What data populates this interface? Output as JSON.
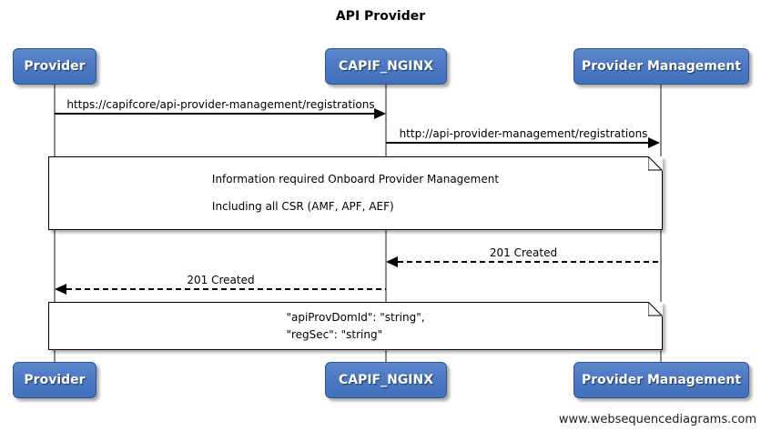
{
  "title": "API Provider",
  "watermark": "www.websequencediagrams.com",
  "actors": [
    {
      "name": "Provider"
    },
    {
      "name": "CAPIF_NGINX"
    },
    {
      "name": "Provider Management"
    }
  ],
  "messages": [
    {
      "from": "Provider",
      "to": "CAPIF_NGINX",
      "label": "https://capifcore/api-provider-management/registrations",
      "style": "solid"
    },
    {
      "from": "CAPIF_NGINX",
      "to": "Provider Management",
      "label": "http://api-provider-management/registrations",
      "style": "solid"
    },
    {
      "from": "Provider Management",
      "to": "CAPIF_NGINX",
      "label": "201 Created",
      "style": "dashed"
    },
    {
      "from": "CAPIF_NGINX",
      "to": "Provider",
      "label": "201 Created",
      "style": "dashed"
    }
  ],
  "notes": [
    {
      "lines": [
        "Information required Onboard Provider Management",
        "Including all CSR (AMF, APF, AEF)"
      ]
    },
    {
      "lines": [
        "\"apiProvDomId\": \"string\",",
        "\"regSec\": \"string\""
      ]
    }
  ],
  "colors": {
    "actor_fill": "#4a77c2",
    "actor_border": "#2f5291",
    "lifeline": "#8b8b8b",
    "message_line": "#000000",
    "note_background": "#ffffff"
  }
}
